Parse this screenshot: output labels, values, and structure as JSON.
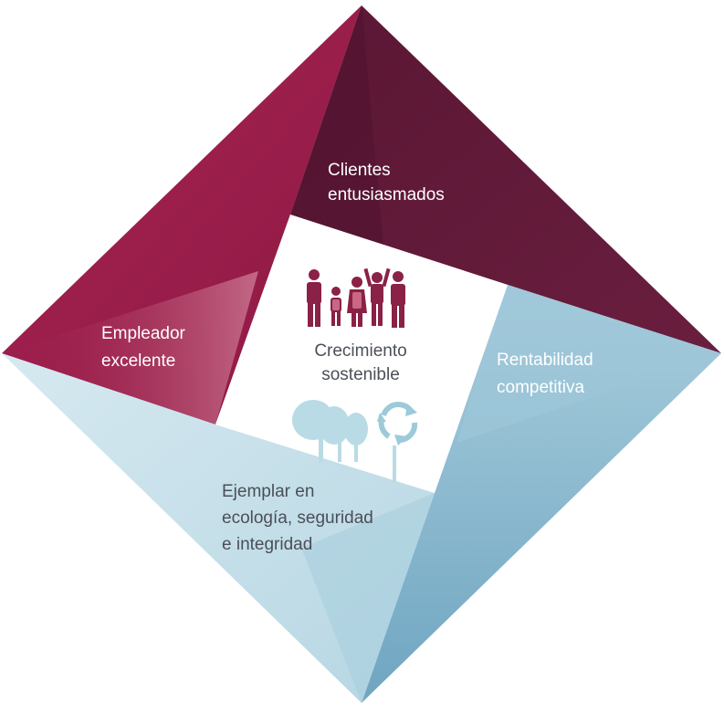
{
  "diagram": {
    "center": {
      "line1": "Crecimiento",
      "line2": "sostenible",
      "people_icon": "people-group-icon",
      "trees_icon": "trees-icon",
      "recycle_icon": "recycle-icon"
    },
    "top": {
      "line1": "Clientes",
      "line2": "entusiasmados"
    },
    "left": {
      "line1": "Empleador",
      "line2": "excelente"
    },
    "right": {
      "line1": "Rentabilidad",
      "line2": "competitiva"
    },
    "bottom": {
      "line1": "Ejemplar en",
      "line2": "ecología, seguridad",
      "line3": "e integridad"
    },
    "colors": {
      "crimson": "#9b1c47",
      "dark_maroon": "#5e1a38",
      "light_blue": "#c6e0ea",
      "steel_blue": "#7fb0c9",
      "people_color": "#8a2146",
      "tree_color": "#b9dbe6",
      "text_gray": "#4b5058"
    }
  }
}
